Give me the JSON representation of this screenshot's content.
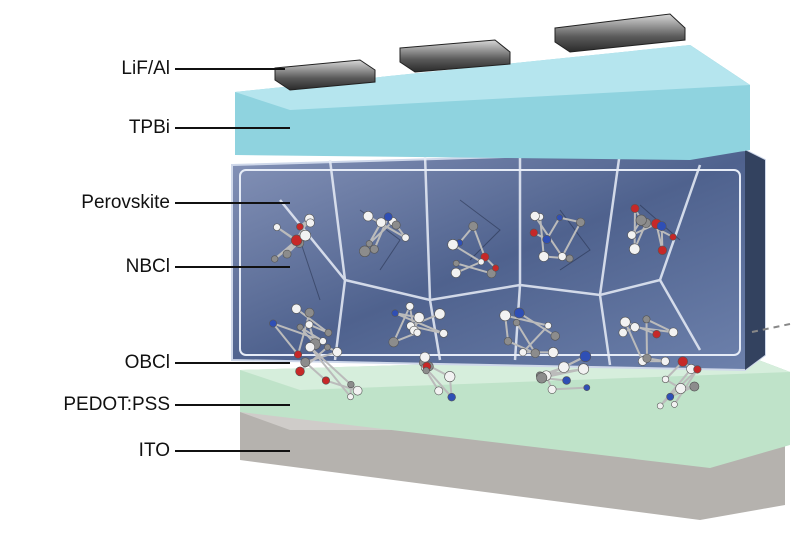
{
  "layers": [
    {
      "key": "lif_al",
      "label": "LiF/Al"
    },
    {
      "key": "tpbi",
      "label": "TPBi"
    },
    {
      "key": "perovskite",
      "label": "Perovskite"
    },
    {
      "key": "nbcl",
      "label": "NBCl"
    },
    {
      "key": "obcl",
      "label": "OBCl"
    },
    {
      "key": "pedot",
      "label": "PEDOT:PSS"
    },
    {
      "key": "ito",
      "label": "ITO"
    }
  ],
  "colors": {
    "ito": "#b5b2ae",
    "pedot": "#bfe3c9",
    "perovskite": "#5b6f98",
    "tpbi": "#8fd3df",
    "electrode": "#3b3b3b",
    "oxygen": "#c62828",
    "nitrogen": "#2f4fb5",
    "carbon": "#8c8c8c",
    "hydrogen": "#f2f2f2"
  }
}
